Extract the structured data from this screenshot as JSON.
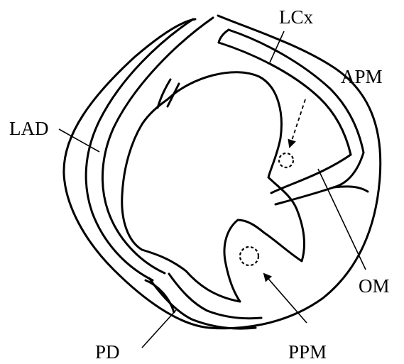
{
  "labels": {
    "lcx": "LCx",
    "apm": "APM",
    "lad": "LAD",
    "om": "OM",
    "pd": "PD",
    "ppm": "PPM"
  },
  "colors": {
    "ink": "#000000",
    "background": "#ffffff"
  }
}
